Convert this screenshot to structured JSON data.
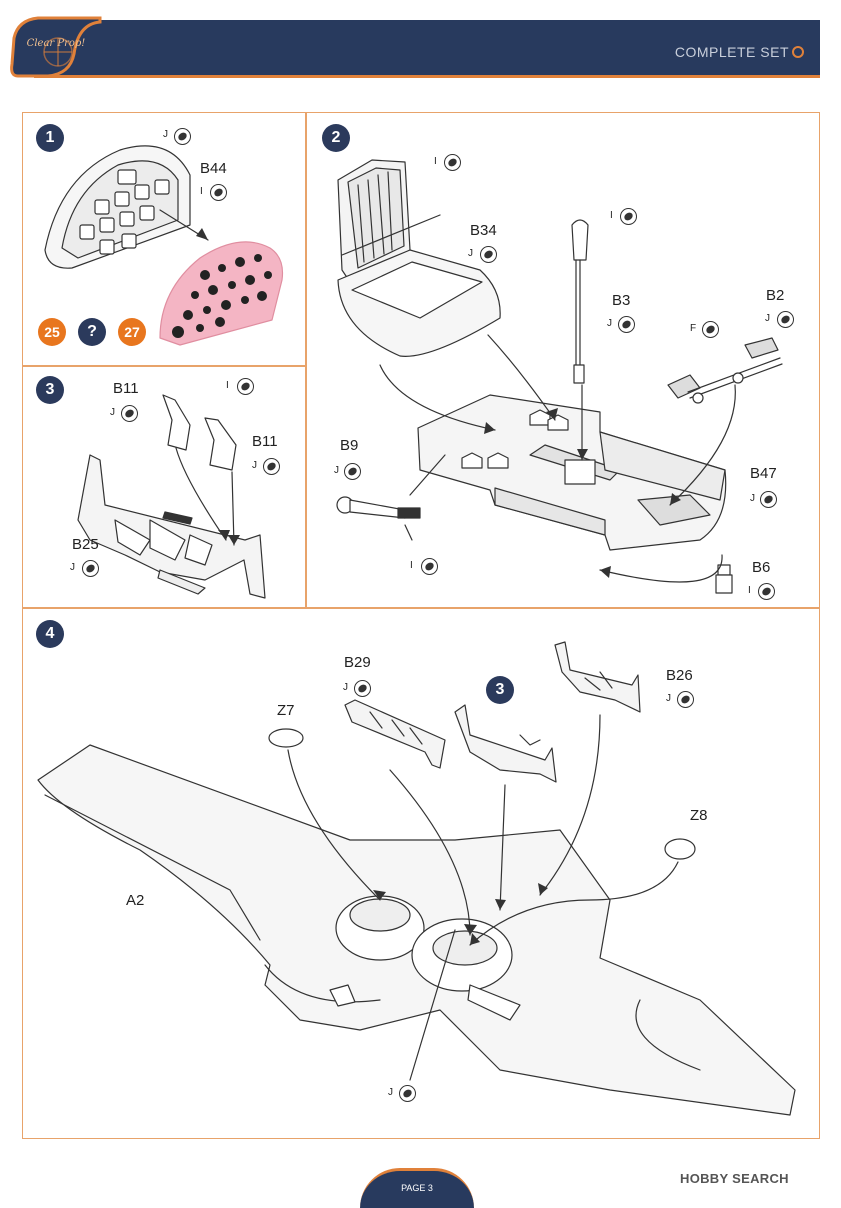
{
  "header": {
    "logo_text": "Clear Prop!",
    "title": "COMPLETE SET"
  },
  "steps": {
    "s1": {
      "number": "1",
      "labels": {
        "top_code": "J",
        "part": "B44",
        "part_code": "I"
      },
      "options": [
        "25",
        "?",
        "27"
      ]
    },
    "s2": {
      "number": "2",
      "labels": {
        "seat_code": "I",
        "b34": "B34",
        "b34_code": "J",
        "stick_code": "I",
        "b3": "B3",
        "b3_code": "J",
        "b2": "B2",
        "b2_code": "J",
        "f_code": "F",
        "b9": "B9",
        "b9_code": "J",
        "lever_code": "I",
        "b47": "B47",
        "b47_code": "J",
        "b6": "B6",
        "b6_code": "I"
      }
    },
    "s3": {
      "number": "3",
      "labels": {
        "b11_top": "B11",
        "b11_top_code": "J",
        "i_code": "I",
        "b11_right": "B11",
        "b11_right_code": "J",
        "b25": "B25",
        "b25_code": "J"
      }
    },
    "s4": {
      "number": "4",
      "labels": {
        "b29": "B29",
        "b29_code": "J",
        "sub_step": "3",
        "b26": "B26",
        "b26_code": "J",
        "z7": "Z7",
        "z8": "Z8",
        "a2": "A2",
        "bottom_code": "J"
      }
    }
  },
  "footer": {
    "page_label": "PAGE 3"
  },
  "watermark": "HOBBY SEARCH",
  "colors": {
    "navy": "#283a5e",
    "accent_orange": "#e0813a",
    "panel_border": "#e8a36a",
    "pink_part": "#f4b5c4",
    "badge_25_27": "#e8761e",
    "badge_question": "#2b3a5c"
  }
}
